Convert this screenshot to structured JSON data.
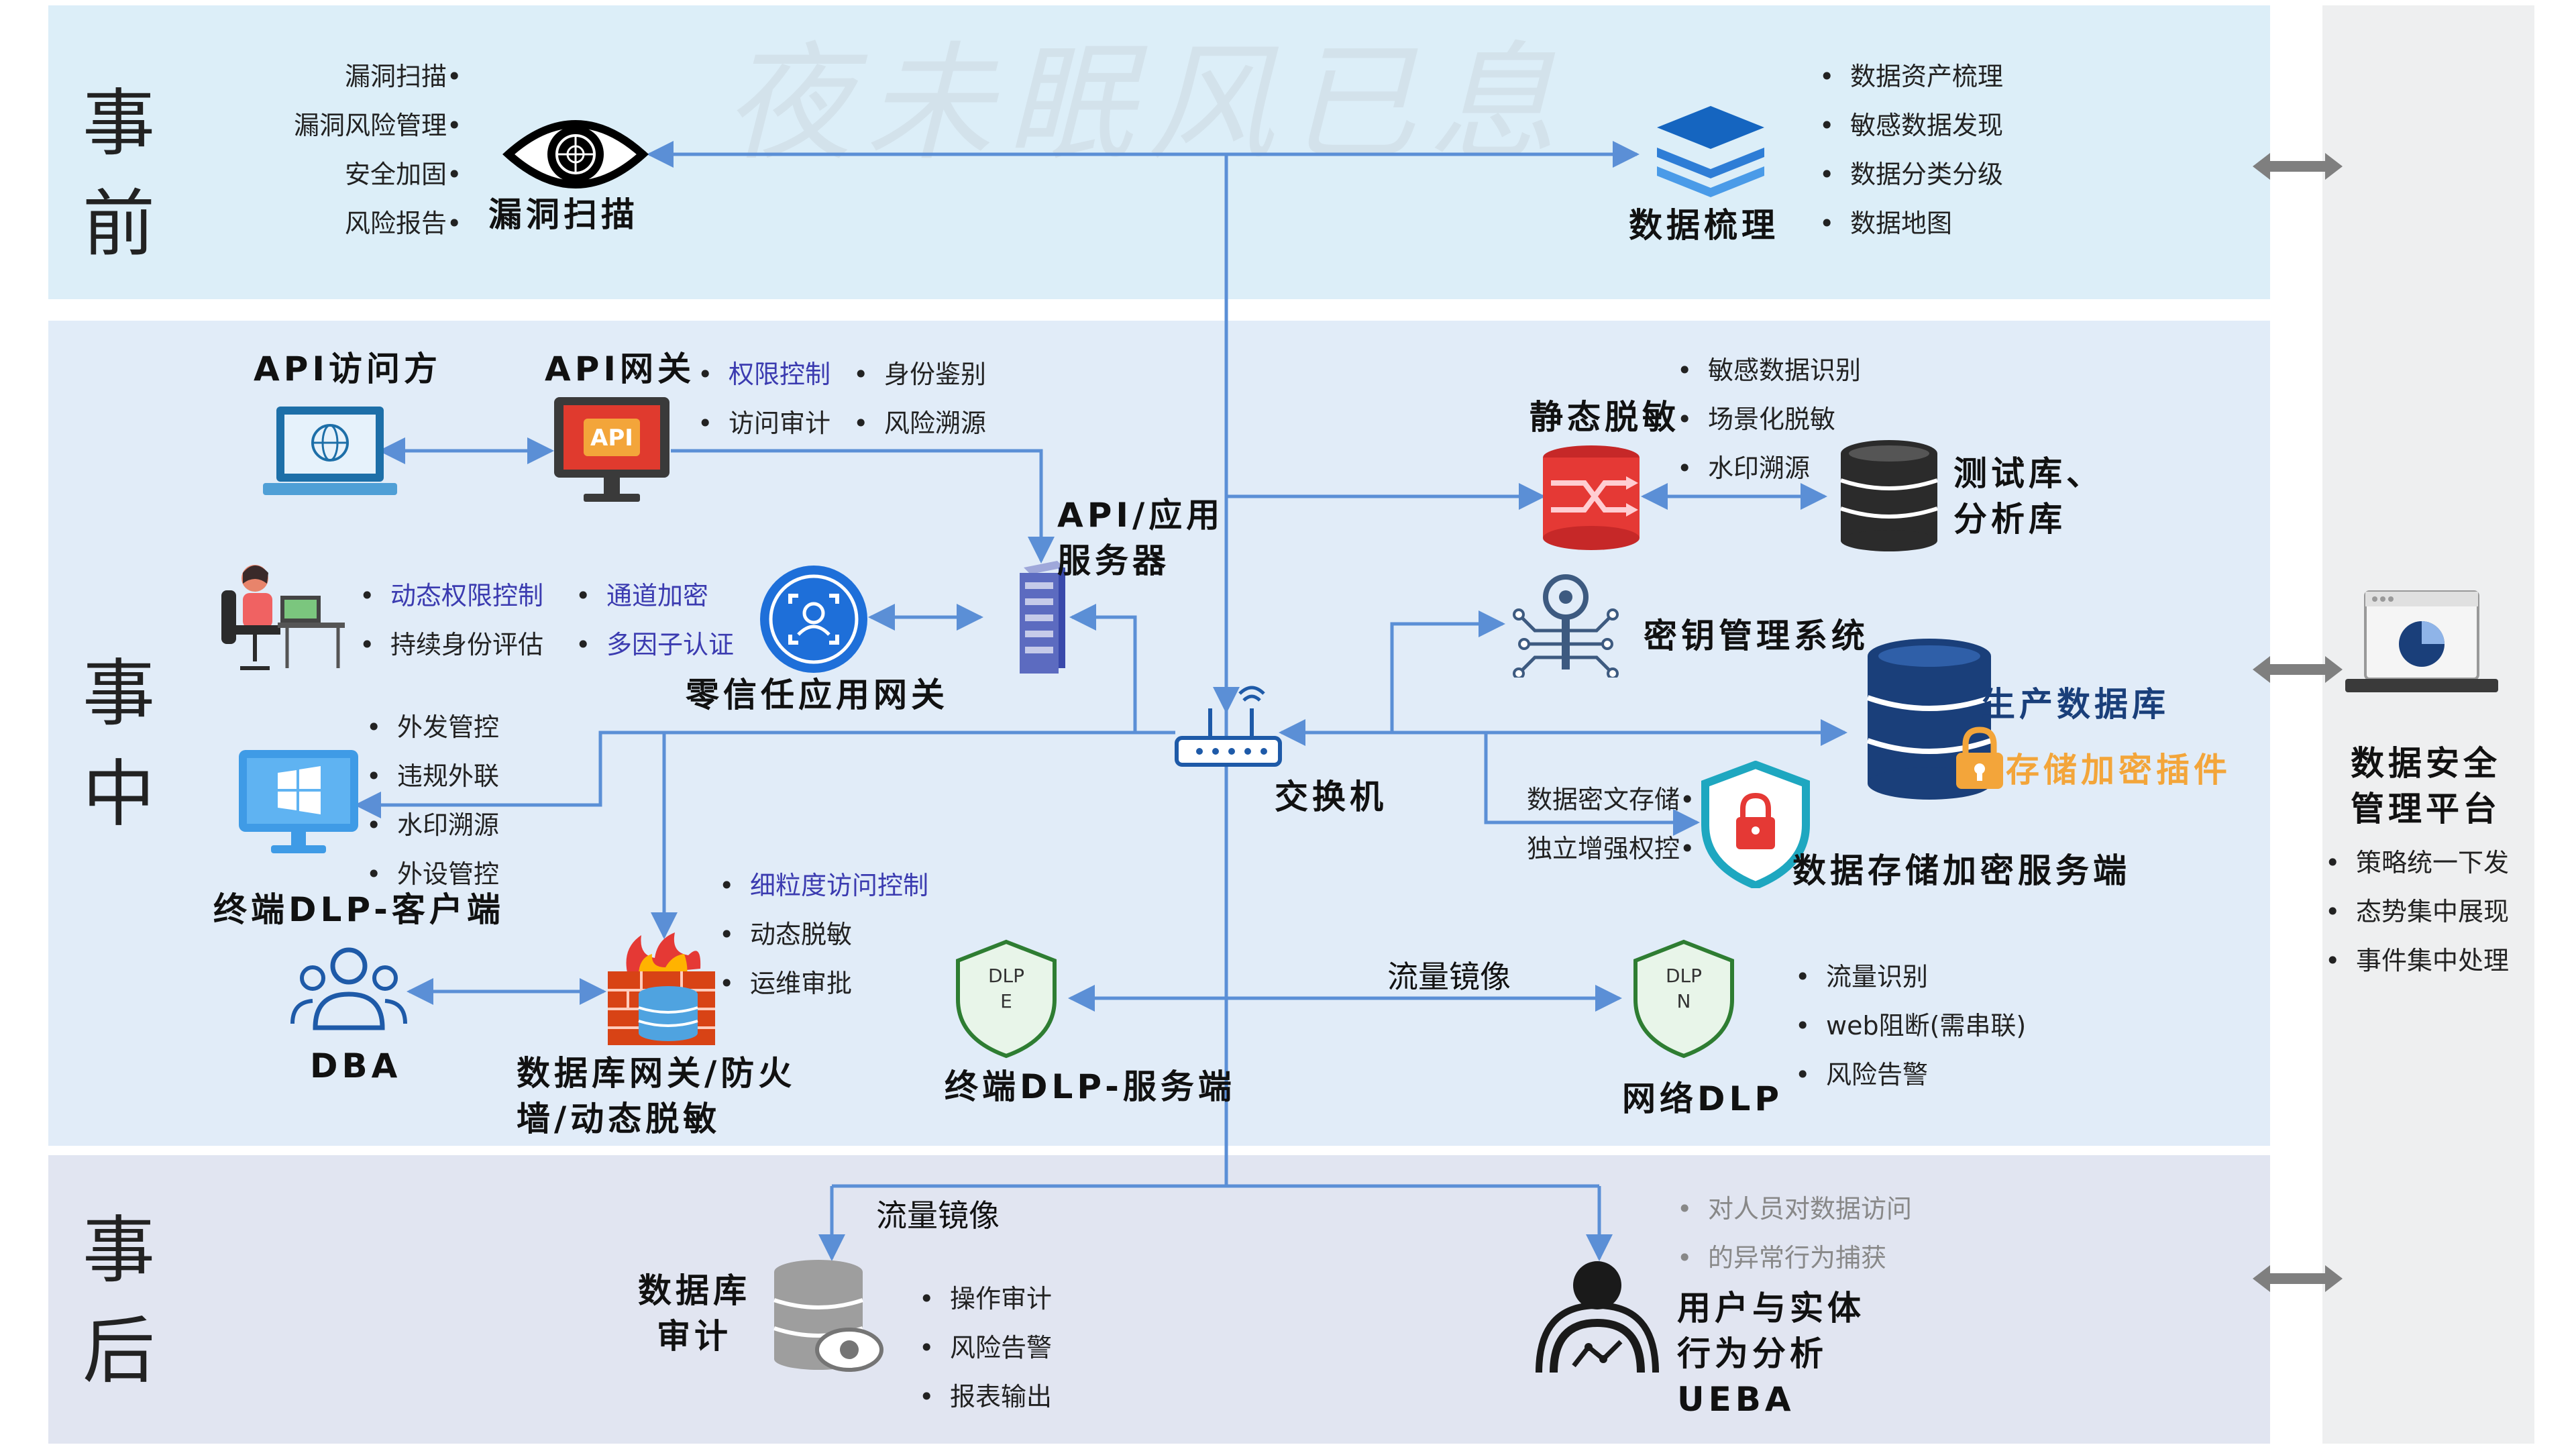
{
  "watermark": "夜未眠风已息",
  "phases": {
    "before": "事前",
    "during": "事中",
    "after": "事后"
  },
  "platform": {
    "title": "数据安全管理平台",
    "bullets": [
      "策略统一下发",
      "态势集中展现",
      "事件集中处理"
    ]
  },
  "nodes": {
    "vuln_scan": {
      "label": "漏洞扫描",
      "bullets": [
        "漏洞扫描",
        "漏洞风险管理",
        "安全加固",
        "风险报告"
      ]
    },
    "data_sorting": {
      "label": "数据梳理",
      "bullets": [
        "数据资产梳理",
        "敏感数据发现",
        "数据分类分级",
        "数据地图"
      ]
    },
    "api_client": {
      "label": "API访问方"
    },
    "api_gateway": {
      "label": "API网关",
      "badge": "API",
      "bullets_left": [
        "权限控制",
        "访问审计"
      ],
      "bullets_right": [
        "身份鉴别",
        "风险溯源"
      ]
    },
    "app_server": {
      "label": "API/应用服务器"
    },
    "zero_trust": {
      "label": "零信任应用网关",
      "bullets_left": [
        "动态权限控制",
        "持续身份评估"
      ],
      "bullets_right": [
        "通道加密",
        "多因子认证"
      ]
    },
    "static_mask": {
      "label": "静态脱敏",
      "bullets": [
        "敏感数据识别",
        "场景化脱敏",
        "水印溯源"
      ]
    },
    "test_db": {
      "label": "测试库、分析库"
    },
    "key_mgmt": {
      "label": "密钥管理系统"
    },
    "prod_db": {
      "label": "生产数据库",
      "plugin": "存储加密插件"
    },
    "switch": {
      "label": "交换机"
    },
    "encrypt_server": {
      "label": "数据存储加密服务端",
      "bullets": [
        "数据密文存储",
        "独立增强权控"
      ]
    },
    "endpoint_client": {
      "label": "终端DLP-客户端",
      "bullets": [
        "外发管控",
        "违规外联",
        "水印溯源",
        "外设管控"
      ]
    },
    "db_firewall": {
      "label": "数据库网关/防火墙/动态脱敏",
      "bullets": [
        "细粒度访问控制",
        "动态脱敏",
        "运维审批"
      ]
    },
    "dba": {
      "label": "DBA"
    },
    "endpoint_server": {
      "label": "终端DLP-服务端",
      "badge_top": "DLP",
      "badge_bottom": "E"
    },
    "network_dlp": {
      "label": "网络DLP",
      "badge_top": "DLP",
      "badge_bottom": "N",
      "bullets": [
        "流量识别",
        "web阻断(需串联)",
        "风险告警"
      ]
    },
    "db_audit": {
      "label": "数据库审计",
      "bullets": [
        "操作审计",
        "风险告警",
        "报表输出"
      ]
    },
    "ueba": {
      "label": "用户与实体行为分析UEBA",
      "bullets": [
        "对人员对数据访问",
        "的异常行为捕获"
      ]
    }
  },
  "edge_labels": {
    "mirror_dlp": "流量镜像",
    "mirror_audit": "流量镜像"
  },
  "colors": {
    "before_bg": "#DCEEF8",
    "during_bg": "#E1ECF8",
    "after_bg": "#E1E5F1",
    "platform_bg": "#EEEFF0",
    "line": "#5B8FD6",
    "accent_orange": "#F3A53A"
  }
}
